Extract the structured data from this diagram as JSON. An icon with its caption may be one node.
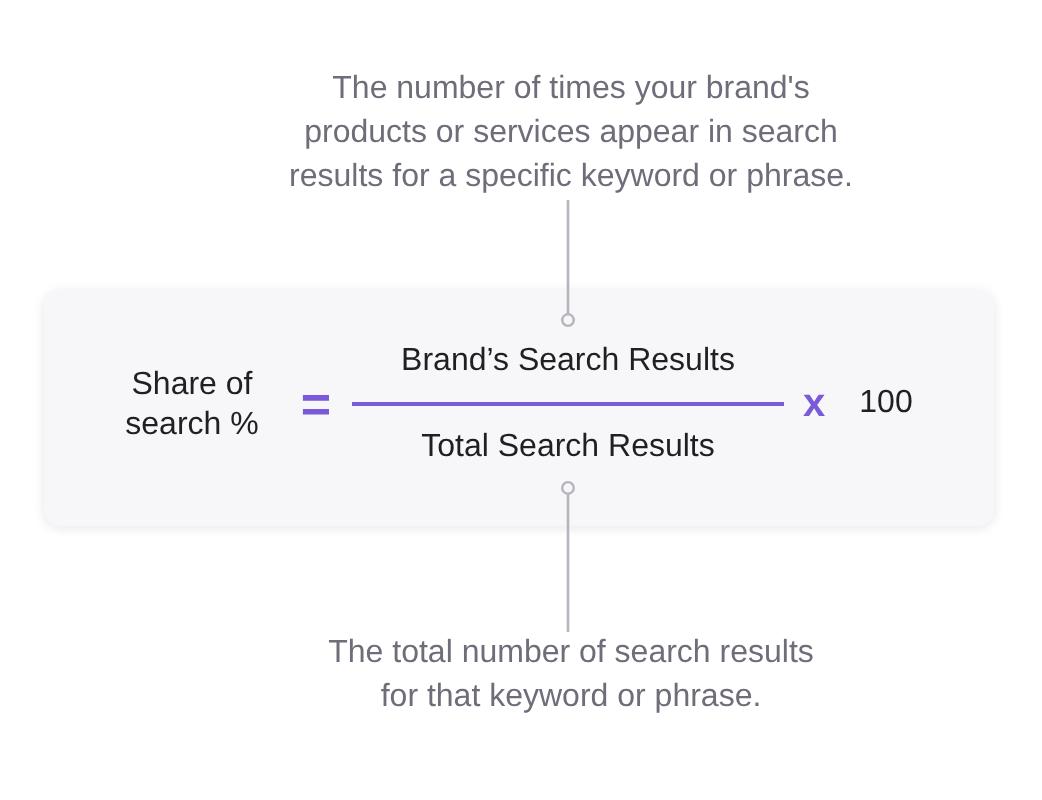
{
  "diagram": {
    "nodes": [
      {
        "text": [
          "The number of times your brand's products or services appear in search results for a specific keyword or phrase."
        ]
      },
      {
        "text": [],
        "shape": "box"
      },
      {
        "text": [
          "Brand’s Search Results"
        ],
        "in": 1
      },
      {
        "text": [
          "Total Search Results"
        ],
        "in": 1
      },
      {
        "text": [
          "The total number of search results for that keyword or phrase."
        ]
      }
    ],
    "edges": [
      {
        "from": 0,
        "to": 2,
        "arrow": "other"
      },
      {
        "from": 4,
        "to": 3,
        "arrow": "other"
      }
    ],
    "labels": [
      "Share of search %",
      "=",
      "x",
      "100"
    ]
  }
}
